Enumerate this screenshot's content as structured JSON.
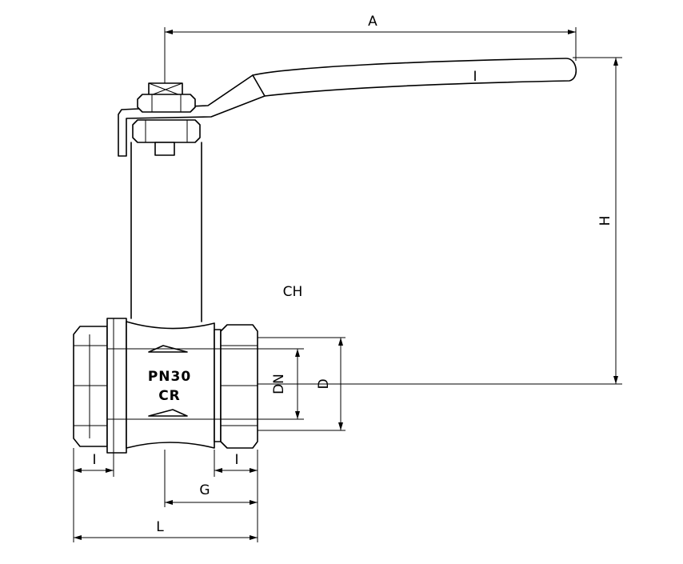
{
  "labels": {
    "A": "A",
    "H": "H",
    "CH": "CH",
    "DN": "DN",
    "D": "D",
    "I_left": "I",
    "I_right": "I",
    "G": "G",
    "L": "L",
    "I_lever": "I"
  },
  "marking": {
    "pressure": "PN30",
    "logo": "CR"
  },
  "colors": {
    "line": "#000000",
    "background": "#ffffff"
  }
}
